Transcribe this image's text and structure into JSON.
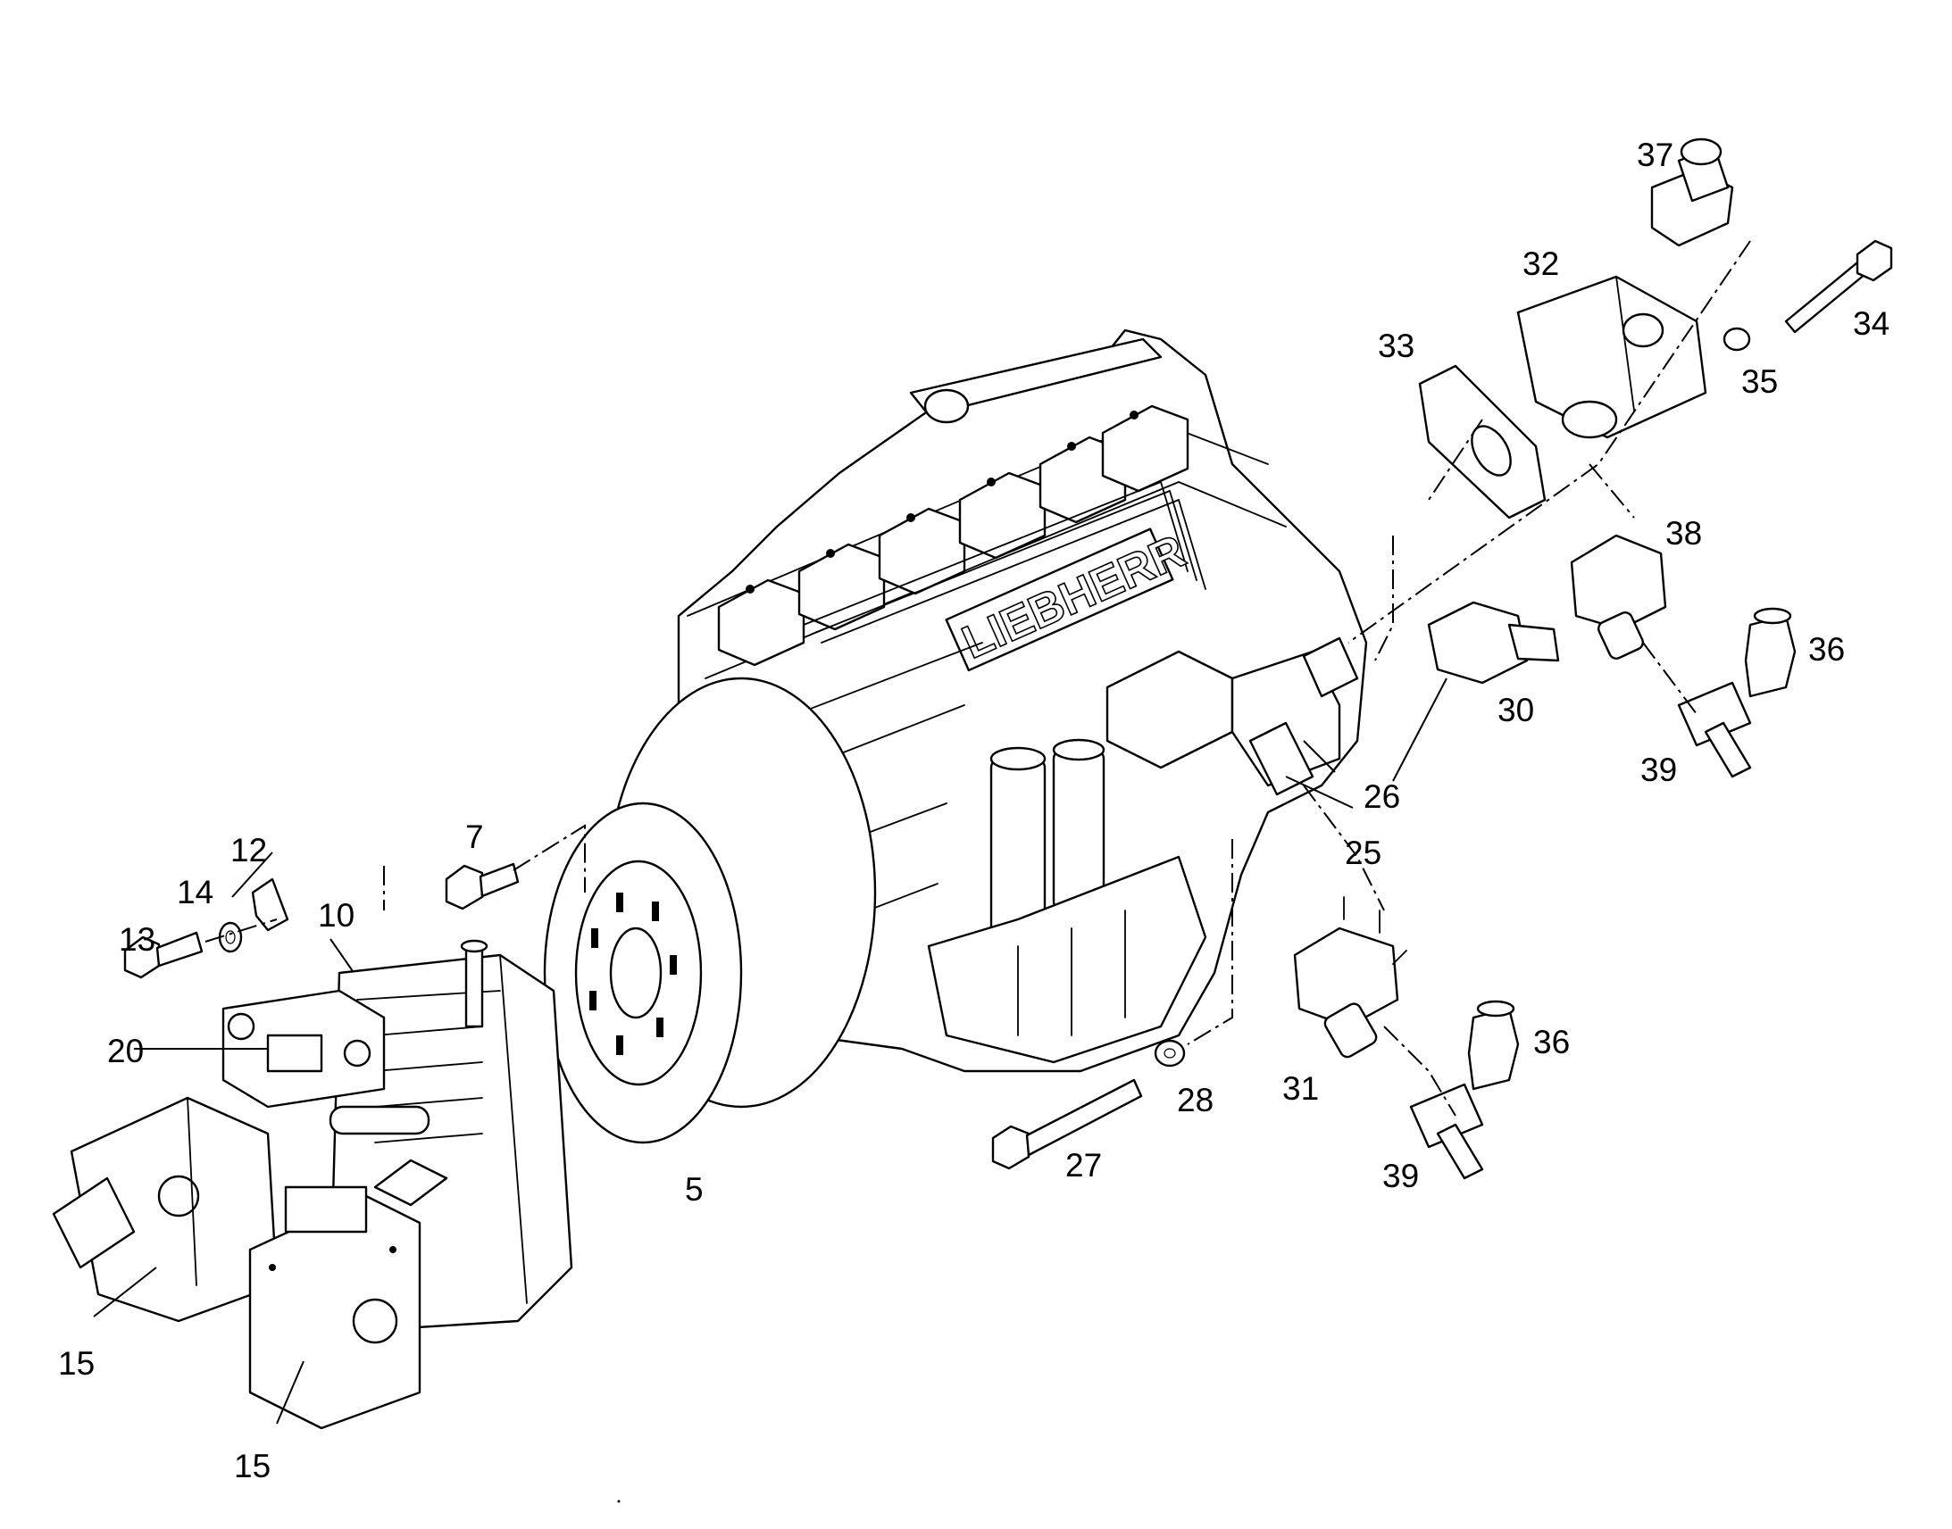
{
  "figure": {
    "brand_marking": "LIEBHERR",
    "callouts": [
      {
        "id": "37",
        "text": "37"
      },
      {
        "id": "32",
        "text": "32"
      },
      {
        "id": "34",
        "text": "34"
      },
      {
        "id": "33",
        "text": "33"
      },
      {
        "id": "35",
        "text": "35"
      },
      {
        "id": "38",
        "text": "38"
      },
      {
        "id": "36a",
        "text": "36"
      },
      {
        "id": "30",
        "text": "30"
      },
      {
        "id": "39a",
        "text": "39"
      },
      {
        "id": "26",
        "text": "26"
      },
      {
        "id": "25",
        "text": "25"
      },
      {
        "id": "12",
        "text": "12"
      },
      {
        "id": "7",
        "text": "7"
      },
      {
        "id": "14",
        "text": "14"
      },
      {
        "id": "10",
        "text": "10"
      },
      {
        "id": "13",
        "text": "13"
      },
      {
        "id": "20",
        "text": "20"
      },
      {
        "id": "36b",
        "text": "36"
      },
      {
        "id": "28",
        "text": "28"
      },
      {
        "id": "31",
        "text": "31"
      },
      {
        "id": "27",
        "text": "27"
      },
      {
        "id": "39b",
        "text": "39"
      },
      {
        "id": "5",
        "text": "5"
      },
      {
        "id": "15a",
        "text": "15"
      },
      {
        "id": "15b",
        "text": "15"
      }
    ]
  }
}
